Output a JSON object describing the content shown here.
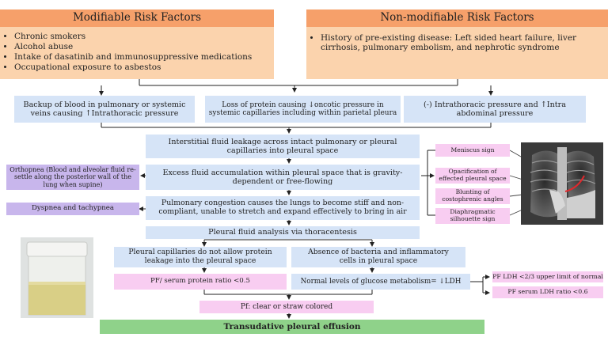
{
  "modifiable": {
    "title": "Modifiable Risk Factors",
    "items": [
      "Chronic smokers",
      "Alcohol abuse",
      "Intake of dasatinib and immunosuppressive medications",
      "Occupational exposure to asbestos"
    ]
  },
  "nonmodifiable": {
    "title": "Non-modifiable Risk Factors",
    "items": [
      "History of pre-existing disease: Left sided heart failure, liver cirrhosis, pulmonary embolism, and nephrotic syndrome"
    ]
  },
  "causes": [
    "Backup of blood in pulmonary or systemic veins causing ↑Intrathoracic pressure",
    "Loss of protein causing ↓oncotic pressure in systemic capillaries including within parietal pleura",
    "(-) Intrathoracic pressure and ↑Intra abdominal pressure"
  ],
  "flow": {
    "leakage": "Interstitial fluid leakage across intact pulmonary or pleural capillaries into pleural space",
    "accumulation": "Excess fluid accumulation within pleural space that is gravity-dependent or free-flowing",
    "congestion": "Pulmonary congestion causes the lungs to become stiff and non-compliant, unable to stretch and expand effectively to bring in air",
    "analysis": "Pleural fluid analysis via thoracentesis"
  },
  "symptoms": {
    "orthopnea": "Orthopnea (Blood and alveolar fluid re-settle along the posterior wall of the lung when supine)",
    "dyspnea": "Dyspnea and tachypnea"
  },
  "xray_signs": [
    "Meniscus sign",
    "Opacification of effected pleural space",
    "Blunting of costophrenic angles",
    "Diaphragmatic silhouette sign"
  ],
  "findings": {
    "capillaries": "Pleural capillaries do not allow protein leakage into the pleural space",
    "absence": "Absence of bacteria and inflammatory cells in pleural space",
    "protein_ratio": "PF/ serum protein ratio <0.5",
    "glucose": "Normal levels of glucose metabolism= ↓LDH",
    "ldh_limit": "PF LDH <2/3 upper limit of normal",
    "ldh_ratio": "PF serum LDH ratio <0.6",
    "color": "Pf: clear or straw colored",
    "result": "Transudative pleural effusion"
  }
}
